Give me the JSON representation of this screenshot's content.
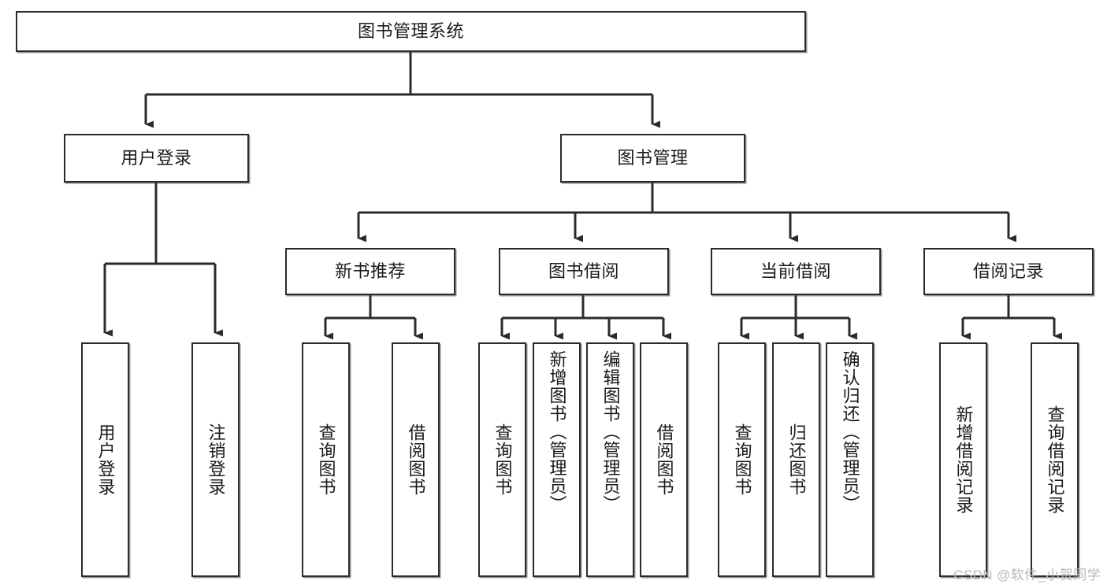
{
  "diagram": {
    "type": "tree-hierarchy",
    "title_node": {
      "label": "图书管理系统"
    },
    "level1": [
      {
        "id": "user-login",
        "label": "用户登录"
      },
      {
        "id": "book-management",
        "label": "图书管理"
      }
    ],
    "level2": [
      {
        "id": "new-book-recommend",
        "label": "新书推荐",
        "parent": "book-management"
      },
      {
        "id": "book-borrow",
        "label": "图书借阅",
        "parent": "book-management"
      },
      {
        "id": "current-borrow",
        "label": "当前借阅",
        "parent": "book-management"
      },
      {
        "id": "borrow-record",
        "label": "借阅记录",
        "parent": "book-management"
      }
    ],
    "leaves": [
      {
        "id": "leaf-user-login",
        "label": "用户登录",
        "parent": "user-login"
      },
      {
        "id": "leaf-logout-login",
        "label": "注销登录",
        "parent": "user-login"
      },
      {
        "id": "leaf-query-book-1",
        "label": "查询图书",
        "parent": "new-book-recommend"
      },
      {
        "id": "leaf-borrow-book-1",
        "label": "借阅图书",
        "parent": "new-book-recommend"
      },
      {
        "id": "leaf-query-book-2",
        "label": "查询图书",
        "parent": "book-borrow"
      },
      {
        "id": "leaf-add-book",
        "label": "新增图书（管理员）",
        "parent": "book-borrow"
      },
      {
        "id": "leaf-edit-book",
        "label": "编辑图书（管理员）",
        "parent": "book-borrow"
      },
      {
        "id": "leaf-borrow-book-2",
        "label": "借阅图书",
        "parent": "book-borrow"
      },
      {
        "id": "leaf-query-book-3",
        "label": "查询图书",
        "parent": "current-borrow"
      },
      {
        "id": "leaf-return-book",
        "label": "归还图书",
        "parent": "current-borrow"
      },
      {
        "id": "leaf-confirm-return",
        "label": "确认归还（管理员）",
        "parent": "current-borrow"
      },
      {
        "id": "leaf-add-record",
        "label": "新增借阅记录",
        "parent": "borrow-record"
      },
      {
        "id": "leaf-query-record",
        "label": "查询借阅记录",
        "parent": "borrow-record"
      }
    ],
    "colors": {
      "stroke": "#2b2b2b",
      "fill": "#ffffff",
      "text": "#1a1a1a",
      "watermark": "#b9b9b9"
    }
  },
  "watermark": {
    "text": "CSDN @软件_小贺同学"
  }
}
